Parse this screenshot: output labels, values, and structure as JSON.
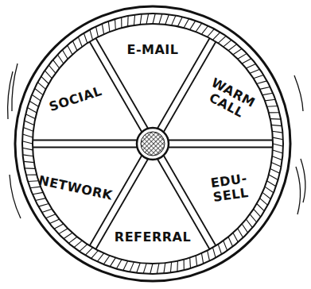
{
  "diagram": {
    "nodes": [
      {
        "text": [
          "E-MAIL"
        ]
      },
      {
        "text": [
          "WARM CALL"
        ]
      },
      {
        "text": [
          "EDU- SELL"
        ]
      },
      {
        "text": [
          "REFERRAL"
        ]
      },
      {
        "text": [
          "NETWORK"
        ]
      },
      {
        "text": [
          "SOCIAL"
        ]
      }
    ]
  }
}
